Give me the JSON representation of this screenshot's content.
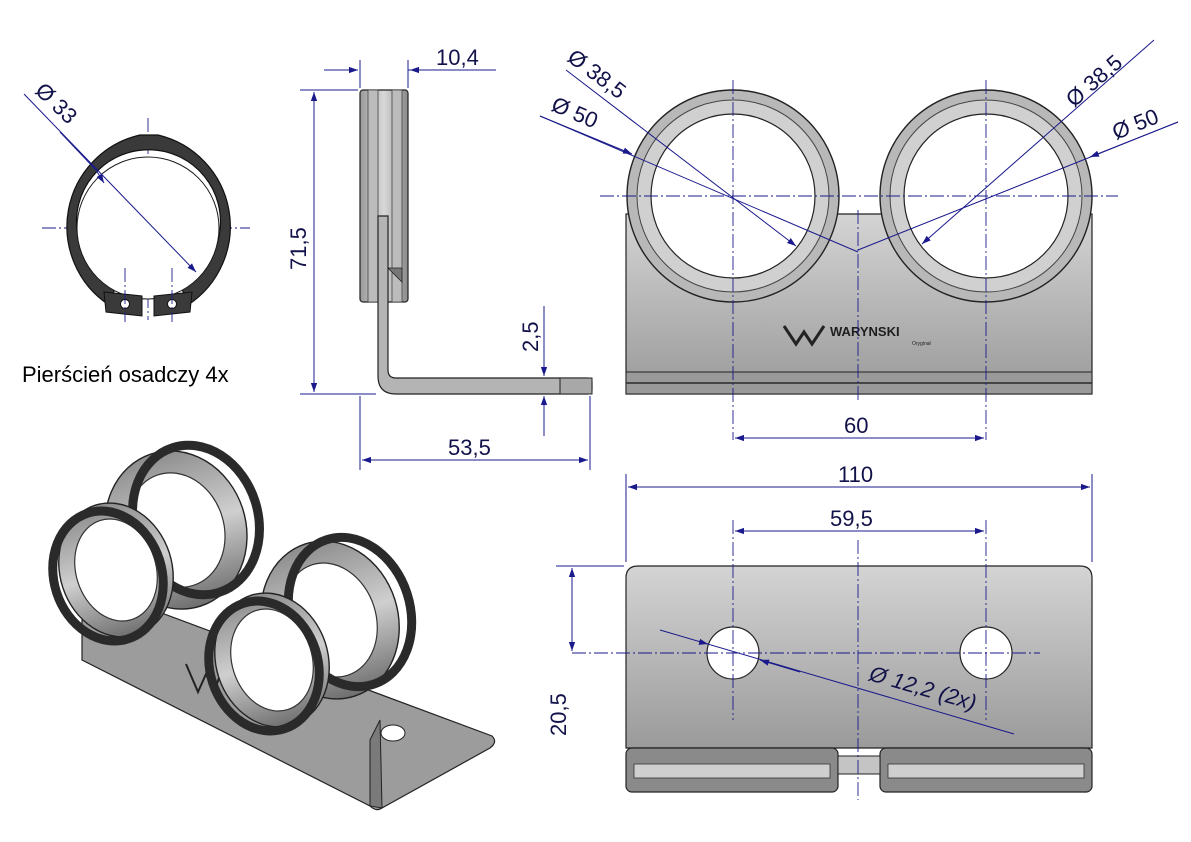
{
  "caption": "Pierścień osadczy 4x",
  "dimensions": {
    "ring_diameter": "Ø 33",
    "side_width": "10,4",
    "side_height": "71,5",
    "plate_thickness": "2,5",
    "base_depth": "53,5",
    "left_inner": "Ø 38,5",
    "left_outer": "Ø 50",
    "right_inner": "Ø 38,5",
    "right_outer": "Ø 50",
    "center_spacing": "60",
    "total_width": "110",
    "hole_spacing": "59,5",
    "hole_offset": "20,5",
    "hole_diameter": "Ø 12,2 (2x)"
  },
  "logo": {
    "text": "WARYNSKI",
    "subtext": "Oryginał"
  },
  "colors": {
    "dimension": "#1a1a8c",
    "text": "#12124a",
    "metal": "#c4c4c4",
    "ring": "#3a3a3a"
  }
}
